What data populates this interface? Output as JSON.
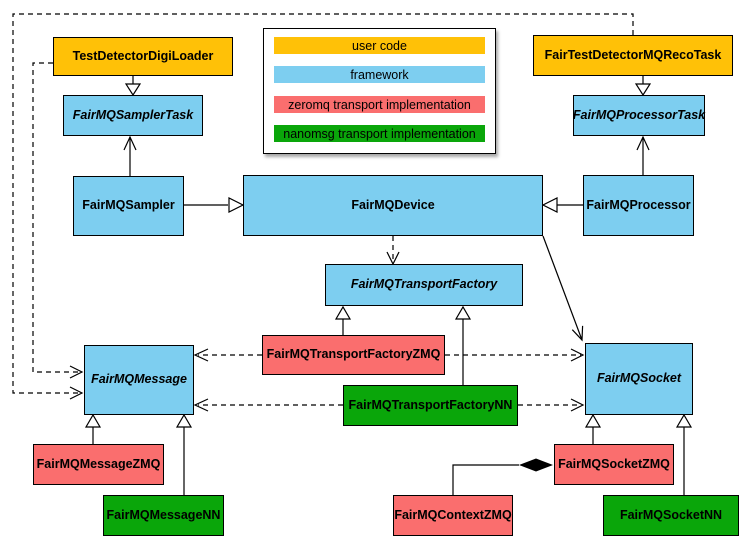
{
  "legend": {
    "items": [
      {
        "label": "user code",
        "color": "#FFC107"
      },
      {
        "label": "framework",
        "color": "#7DCEF0"
      },
      {
        "label": "zeromq transport implementation",
        "color": "#FA6E6E"
      },
      {
        "label": "nanomsg transport implementation",
        "color": "#0AA60A"
      }
    ]
  },
  "colors": {
    "user_code": "#FFC107",
    "framework": "#7DCEF0",
    "zeromq": "#FA6E6E",
    "nanomsg": "#0AA60A",
    "line": "#000000",
    "background": "#FFFFFF"
  },
  "nodes": {
    "test_detector_digi_loader": {
      "label": "TestDetectorDigiLoader",
      "category": "user code"
    },
    "fair_test_detector_mq_reco_task": {
      "label": "FairTestDetectorMQRecoTask",
      "category": "user code"
    },
    "fair_mq_sampler_task": {
      "label": "FairMQSamplerTask",
      "category": "framework",
      "abstract": true
    },
    "fair_mq_processor_task": {
      "label": "FairMQProcessorTask",
      "category": "framework",
      "abstract": true
    },
    "fair_mq_sampler": {
      "label": "FairMQSampler",
      "category": "framework"
    },
    "fair_mq_device": {
      "label": "FairMQDevice",
      "category": "framework"
    },
    "fair_mq_processor": {
      "label": "FairMQProcessor",
      "category": "framework"
    },
    "fair_mq_transport_factory": {
      "label": "FairMQTransportFactory",
      "category": "framework",
      "abstract": true
    },
    "fair_mq_transport_factory_zmq": {
      "label": "FairMQTransportFactoryZMQ",
      "category": "zeromq transport implementation"
    },
    "fair_mq_transport_factory_nn": {
      "label": "FairMQTransportFactoryNN",
      "category": "nanomsg transport implementation"
    },
    "fair_mq_message": {
      "label": "FairMQMessage",
      "category": "framework",
      "abstract": true
    },
    "fair_mq_socket": {
      "label": "FairMQSocket",
      "category": "framework",
      "abstract": true
    },
    "fair_mq_message_zmq": {
      "label": "FairMQMessageZMQ",
      "category": "zeromq transport implementation"
    },
    "fair_mq_message_nn": {
      "label": "FairMQMessageNN",
      "category": "nanomsg transport implementation"
    },
    "fair_mq_socket_zmq": {
      "label": "FairMQSocketZMQ",
      "category": "zeromq transport implementation"
    },
    "fair_mq_socket_nn": {
      "label": "FairMQSocketNN",
      "category": "nanomsg transport implementation"
    },
    "fair_mq_context_zmq": {
      "label": "FairMQContextZMQ",
      "category": "zeromq transport implementation"
    }
  },
  "relations": [
    {
      "from": "TestDetectorDigiLoader",
      "to": "FairMQSamplerTask",
      "type": "inheritance"
    },
    {
      "from": "FairTestDetectorMQRecoTask",
      "to": "FairMQProcessorTask",
      "type": "inheritance"
    },
    {
      "from": "FairMQSampler",
      "to": "FairMQDevice",
      "type": "inheritance"
    },
    {
      "from": "FairMQProcessor",
      "to": "FairMQDevice",
      "type": "inheritance"
    },
    {
      "from": "FairMQSampler",
      "to": "FairMQSamplerTask",
      "type": "association"
    },
    {
      "from": "FairMQProcessor",
      "to": "FairMQProcessorTask",
      "type": "association"
    },
    {
      "from": "FairMQDevice",
      "to": "FairMQTransportFactory",
      "type": "dependency"
    },
    {
      "from": "FairMQDevice",
      "to": "FairMQSocket",
      "type": "association"
    },
    {
      "from": "FairMQTransportFactoryZMQ",
      "to": "FairMQTransportFactory",
      "type": "inheritance"
    },
    {
      "from": "FairMQTransportFactoryNN",
      "to": "FairMQTransportFactory",
      "type": "inheritance"
    },
    {
      "from": "FairMQTransportFactoryZMQ",
      "to": "FairMQMessage",
      "type": "dependency"
    },
    {
      "from": "FairMQTransportFactoryZMQ",
      "to": "FairMQSocket",
      "type": "dependency"
    },
    {
      "from": "FairMQTransportFactoryNN",
      "to": "FairMQMessage",
      "type": "dependency"
    },
    {
      "from": "FairMQTransportFactoryNN",
      "to": "FairMQSocket",
      "type": "dependency"
    },
    {
      "from": "TestDetectorDigiLoader",
      "to": "FairMQMessage",
      "type": "dependency"
    },
    {
      "from": "FairTestDetectorMQRecoTask",
      "to": "FairMQMessage",
      "type": "dependency"
    },
    {
      "from": "FairMQMessageZMQ",
      "to": "FairMQMessage",
      "type": "inheritance"
    },
    {
      "from": "FairMQMessageNN",
      "to": "FairMQMessage",
      "type": "inheritance"
    },
    {
      "from": "FairMQSocketZMQ",
      "to": "FairMQSocket",
      "type": "inheritance"
    },
    {
      "from": "FairMQSocketNN",
      "to": "FairMQSocket",
      "type": "inheritance"
    },
    {
      "from": "FairMQContextZMQ",
      "to": "FairMQSocketZMQ",
      "type": "composition"
    }
  ]
}
